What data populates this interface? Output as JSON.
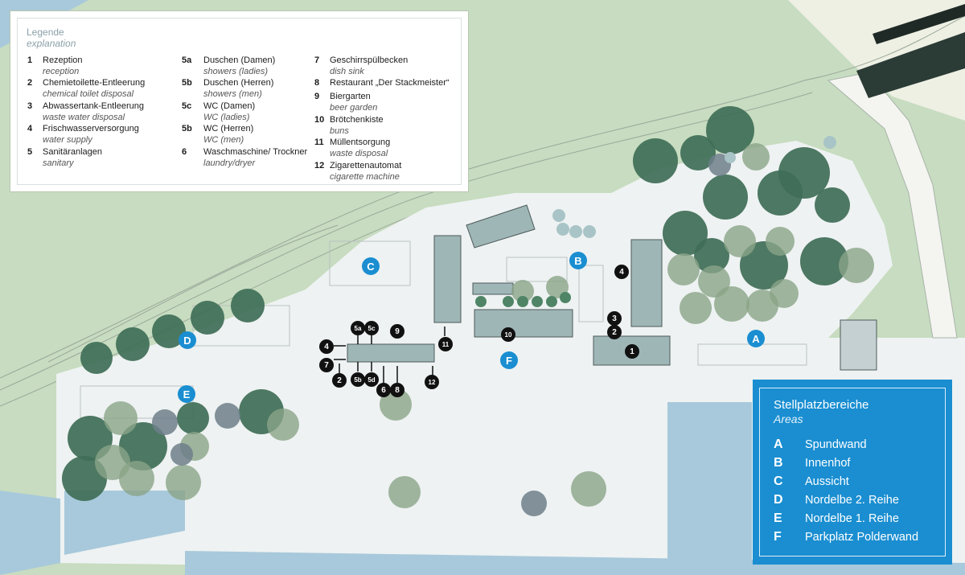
{
  "legend": {
    "title": "Legende",
    "subtitle": "explanation",
    "items": [
      {
        "num": "1",
        "de": "Rezeption",
        "en": "reception"
      },
      {
        "num": "2",
        "de": "Chemietoilette-Entleerung",
        "en": "chemical toilet disposal"
      },
      {
        "num": "3",
        "de": "Abwassertank-Entleerung",
        "en": "waste water disposal"
      },
      {
        "num": "4",
        "de": "Frischwasserversorgung",
        "en": "water supply"
      },
      {
        "num": "5",
        "de": "Sanitäranlagen",
        "en": "sanitary"
      },
      {
        "num": "5a",
        "de": "Duschen (Damen)",
        "en": "showers (ladies)"
      },
      {
        "num": "5b",
        "de": "Duschen (Herren)",
        "en": "showers (men)"
      },
      {
        "num": "5c",
        "de": "WC (Damen)",
        "en": "WC (ladies)"
      },
      {
        "num": "5b",
        "de": "WC (Herren)",
        "en": "WC (men)"
      },
      {
        "num": "6",
        "de": "Waschmaschine/ Trockner",
        "en": "laundry/dryer"
      },
      {
        "num": "7",
        "de": "Geschirrspülbecken",
        "en": "dish sink"
      },
      {
        "num": "8",
        "de": "Restaurant „Der Stackmeister“",
        "en": ""
      },
      {
        "num": "9",
        "de": "Biergarten",
        "en": "beer garden"
      },
      {
        "num": "10",
        "de": "Brötchenkiste",
        "en": "buns"
      },
      {
        "num": "11",
        "de": "Müllentsorgung",
        "en": "waste disposal"
      },
      {
        "num": "12",
        "de": "Zigarettenautomat",
        "en": "cigarette machine"
      }
    ]
  },
  "areas": {
    "title": "Stellplatzbereiche",
    "subtitle": "Areas",
    "items": [
      {
        "letter": "A",
        "name": "Spundwand"
      },
      {
        "letter": "B",
        "name": "Innenhof"
      },
      {
        "letter": "C",
        "name": "Aussicht"
      },
      {
        "letter": "D",
        "name": "Nordelbe 2. Reihe"
      },
      {
        "letter": "E",
        "name": "Nordelbe 1. Reihe"
      },
      {
        "letter": "F",
        "name": "Parkplatz Polderwand"
      }
    ]
  },
  "map_markers": [
    "1",
    "2",
    "3",
    "4",
    "4",
    "5a",
    "5c",
    "5b",
    "5d",
    "6",
    "7",
    "2",
    "8",
    "9",
    "10",
    "11",
    "12"
  ],
  "area_markers": [
    "A",
    "B",
    "C",
    "D",
    "E",
    "F"
  ],
  "colors": {
    "marker": "#111111",
    "area_marker": "#1a8ed1",
    "panel": "#1a8ed1"
  }
}
